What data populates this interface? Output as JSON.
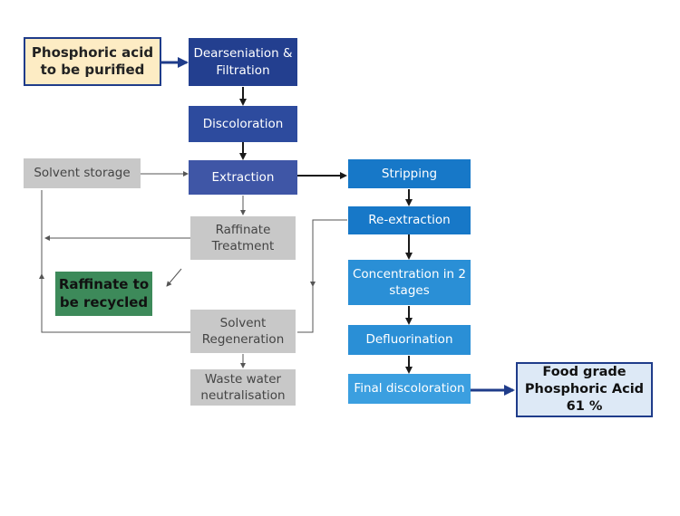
{
  "nodes": {
    "input": "Phosphoric acid\nto be purified",
    "dearseniation": "Dearseniation &\nFiltration",
    "discoloration": "Discoloration",
    "extraction": "Extraction",
    "solvent_storage": "Solvent storage",
    "raffinate_treatment": "Raffinate\nTreatment",
    "raffinate_recycled": "Raffinate to\nbe recycled",
    "solvent_regeneration": "Solvent\nRegeneration",
    "waste_water": "Waste water\nneutralisation",
    "stripping": "Stripping",
    "re_extraction": "Re-extraction",
    "concentration": "Concentration in 2\nstages",
    "defluorination": "Defluorination",
    "final_discoloration": "Final discoloration",
    "output": "Food grade\nPhosphoric Acid\n61 %"
  },
  "colors": {
    "navy": "#233f8f",
    "blue": "#1778c8",
    "grey": "#c8c8c8",
    "input_fill": "#fdecc4",
    "output_fill": "#dde9f6",
    "green": "#3d8a5a"
  }
}
